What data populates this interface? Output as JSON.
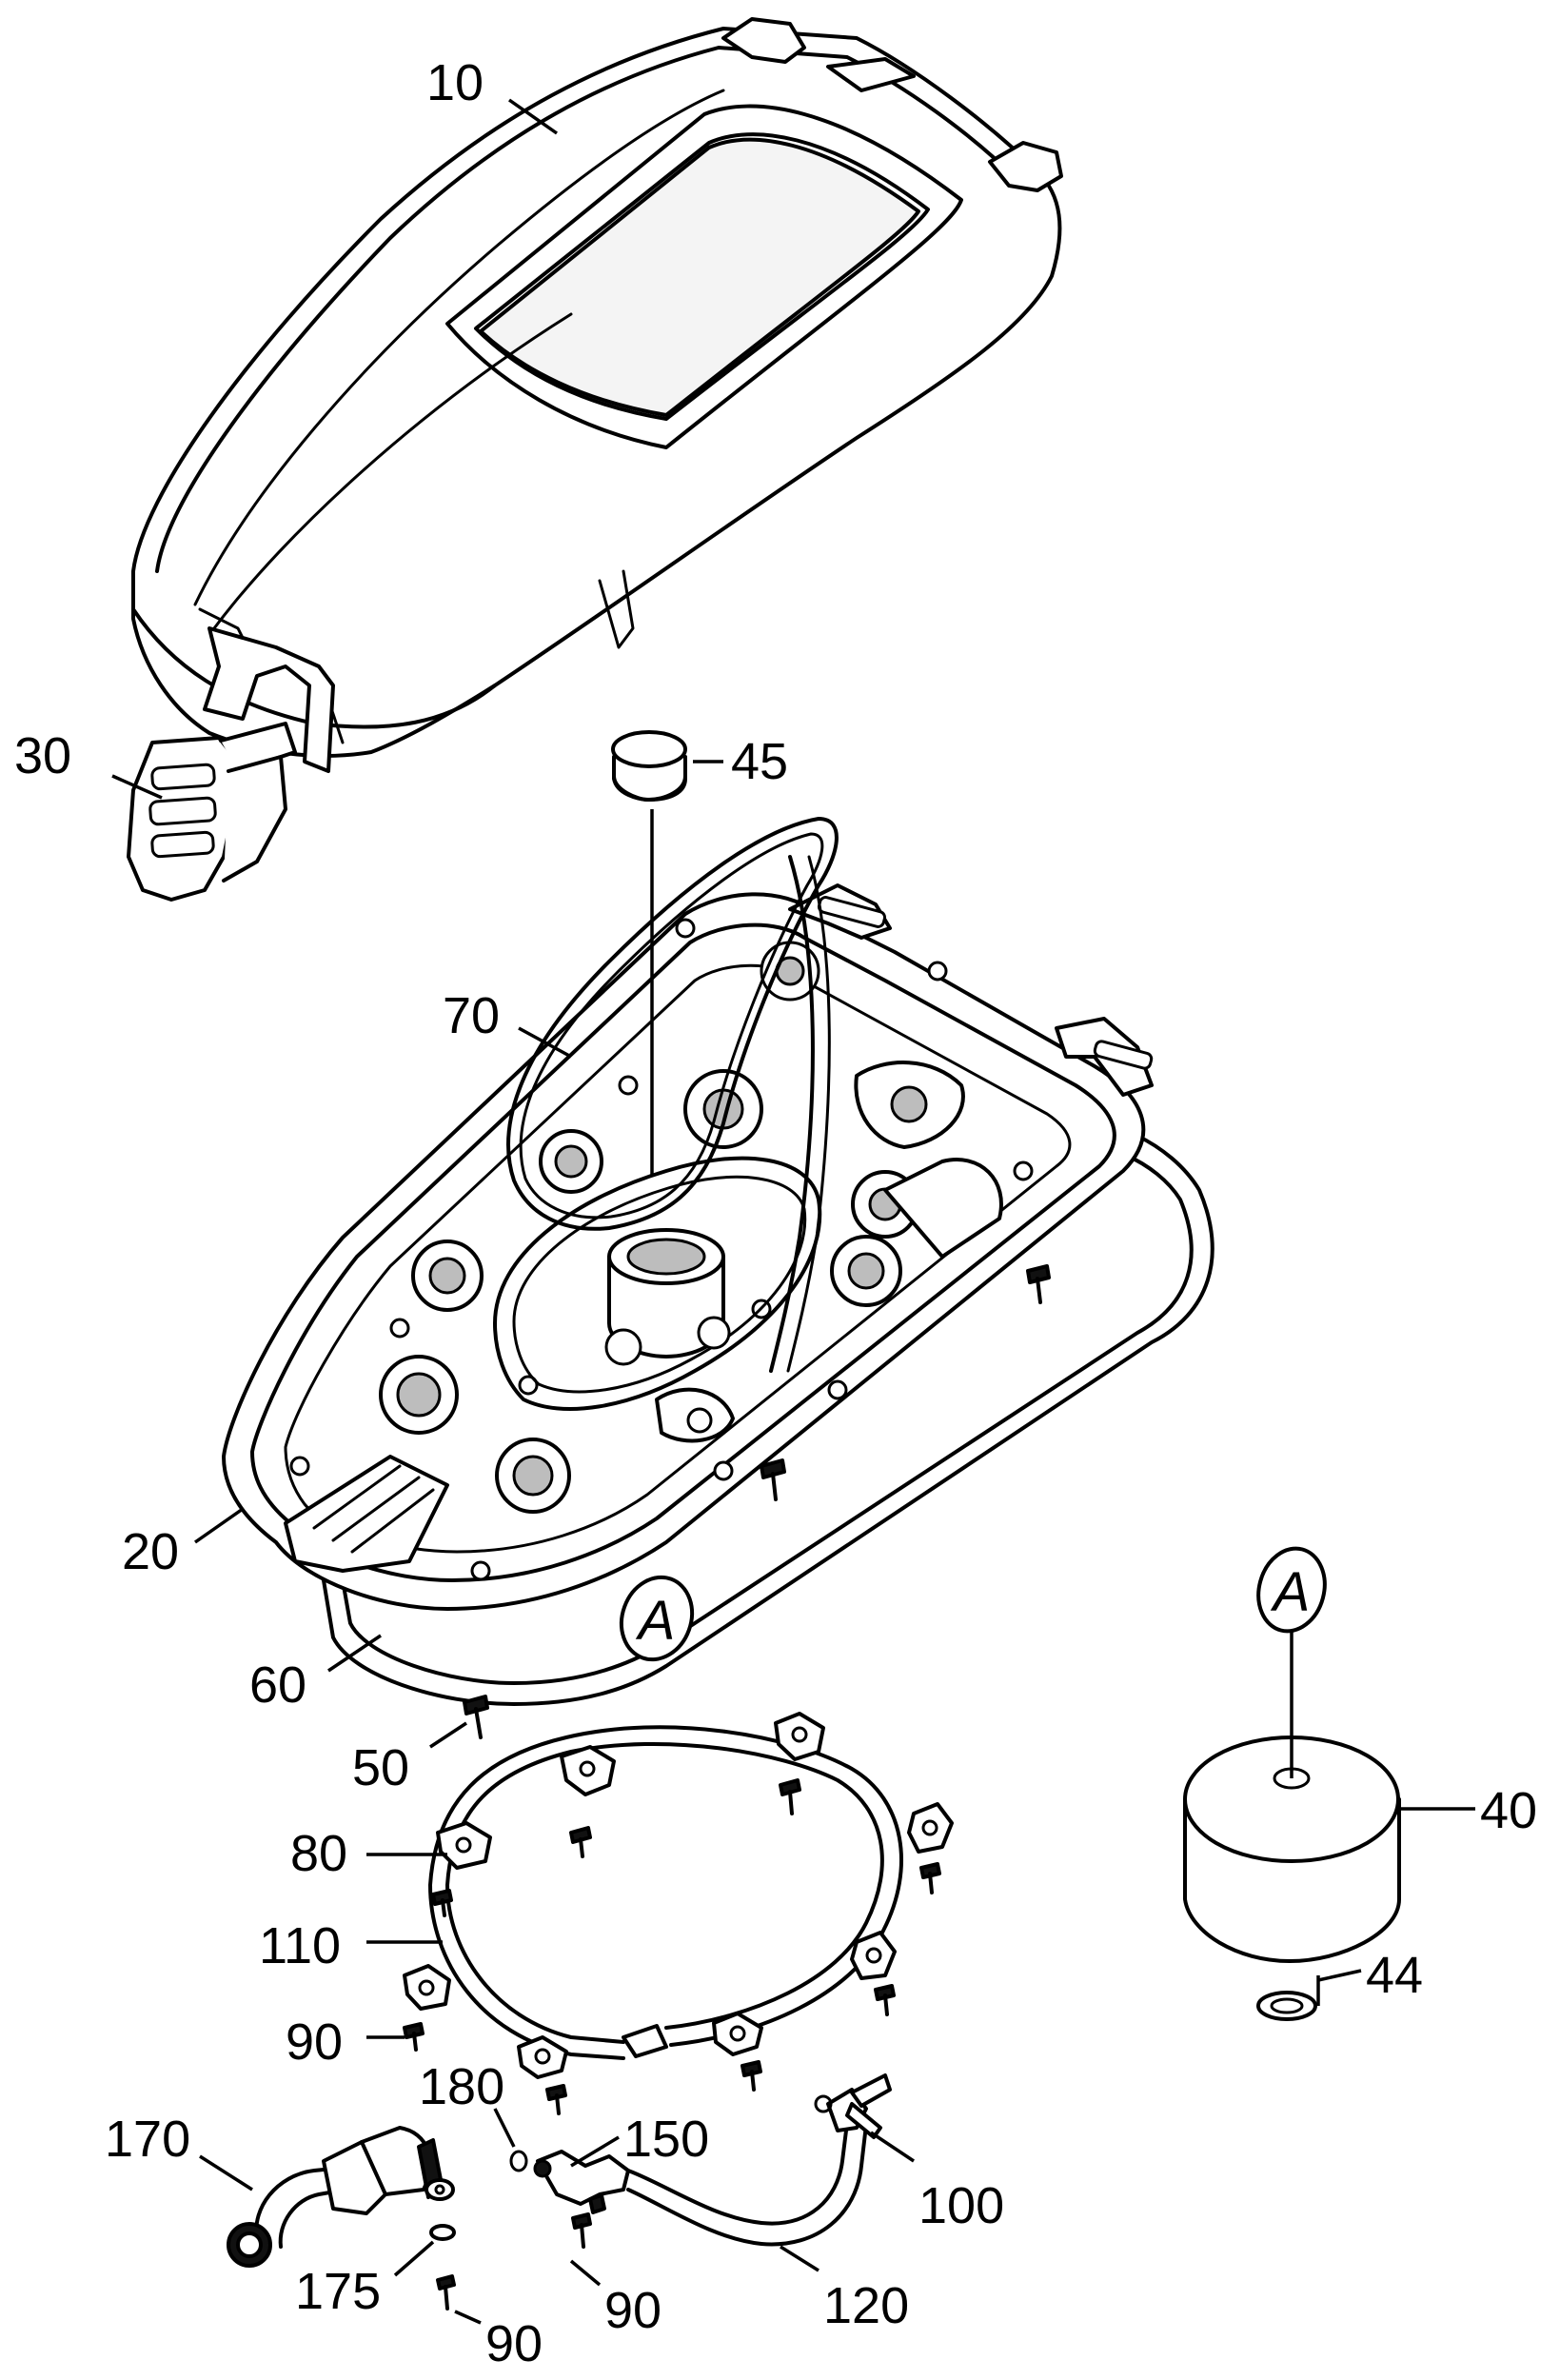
{
  "callouts": {
    "p10": "10",
    "p30": "30",
    "p45": "45",
    "p70": "70",
    "p20": "20",
    "p60": "60",
    "p50": "50",
    "p80": "80",
    "p110": "110",
    "p90a": "90",
    "p40": "40",
    "p44": "44",
    "p170": "170",
    "p180": "180",
    "p150": "150",
    "p100": "100",
    "p175": "175",
    "p90b": "90",
    "p90c": "90",
    "p120": "120"
  },
  "reference_markers": {
    "main": "A",
    "detail": "A"
  }
}
